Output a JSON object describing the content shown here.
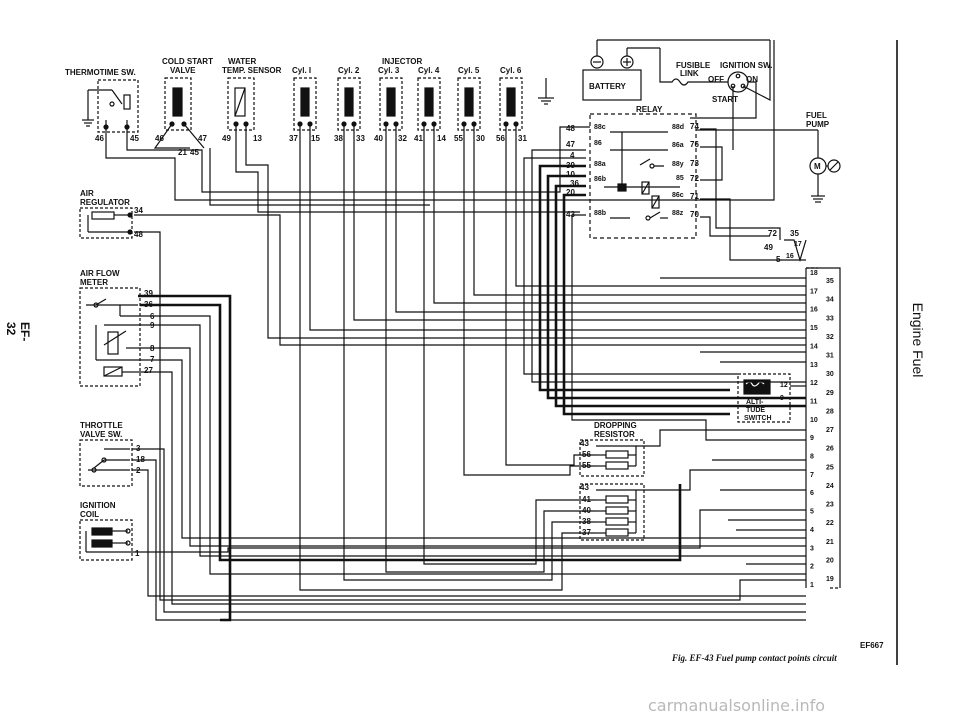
{
  "page": {
    "page_number": "EF-32",
    "side_tab": "Engine Fuel",
    "figure_code": "EF667",
    "figure_caption": "Fig. EF-43 Fuel pump contact points circuit",
    "watermark": "carmanualsonline.info"
  },
  "components": {
    "thermotime_sw": {
      "label": "THERMOTIME SW.",
      "pins": [
        "46",
        "45"
      ]
    },
    "cold_start_valve": {
      "label_line1": "COLD START",
      "label_line2": "VALVE",
      "pins": [
        "46",
        "47",
        "21",
        "45"
      ]
    },
    "water_temp_sensor": {
      "label_line1": "WATER",
      "label_line2": "TEMP. SENSOR",
      "pins": [
        "49",
        "13"
      ]
    },
    "injector_header": "INJECTOR",
    "injectors": [
      {
        "label": "Cyl. I",
        "pins": [
          "37",
          "15"
        ]
      },
      {
        "label": "Cyl. 2",
        "pins": [
          "38",
          "33"
        ]
      },
      {
        "label": "Cyl. 3",
        "pins": [
          "40",
          "32"
        ]
      },
      {
        "label": "Cyl. 4",
        "pins": [
          "41",
          "14"
        ]
      },
      {
        "label": "Cyl. 5",
        "pins": [
          "55",
          "30"
        ]
      },
      {
        "label": "Cyl. 6",
        "pins": [
          "56",
          "31"
        ]
      }
    ],
    "battery": {
      "label": "BATTERY"
    },
    "fusible_link": {
      "label_line1": "FUSIBLE",
      "label_line2": "LINK"
    },
    "ignition_sw": {
      "label": "IGNITION SW.",
      "off": "OFF",
      "on": "ON",
      "start": "START"
    },
    "relay": {
      "label": "RELAY",
      "left_terminals": [
        {
          "ext": "48",
          "int": "88c"
        },
        {
          "ext": "47",
          "int": "86"
        },
        {
          "ext": "4",
          "int": ""
        },
        {
          "ext": "39",
          "int": "88a"
        },
        {
          "ext": "10",
          "int": "86b"
        },
        {
          "ext": "36",
          "int": ""
        },
        {
          "ext": "20",
          "int": ""
        },
        {
          "ext": "43",
          "int": "88b"
        }
      ],
      "right_terminals": [
        {
          "int": "88d",
          "ext": "74"
        },
        {
          "int": "86a",
          "ext": "76"
        },
        {
          "int": "88y",
          "ext": "73"
        },
        {
          "int": "85",
          "ext": "72"
        },
        {
          "int": "86c",
          "ext": "71"
        },
        {
          "int": "88z",
          "ext": "70"
        }
      ]
    },
    "fuel_pump": {
      "label_line1": "FUEL",
      "label_line2": "PUMP",
      "symbol": "M"
    },
    "air_regulator": {
      "label_line1": "AIR",
      "label_line2": "REGULATOR",
      "pins": [
        "34",
        "48"
      ]
    },
    "air_flow_meter": {
      "label_line1": "AIR FLOW",
      "label_line2": "METER",
      "pins": [
        "39",
        "36",
        "6",
        "9",
        "8",
        "7",
        "27"
      ]
    },
    "throttle_valve_sw": {
      "label_line1": "THROTTLE",
      "label_line2": "VALVE SW.",
      "pins": [
        "3",
        "18",
        "2"
      ]
    },
    "ignition_coil": {
      "label_line1": "IGNITION",
      "label_line2": "COIL",
      "pins": [
        "1"
      ]
    },
    "dropping_resistor": {
      "label_line1": "DROPPING",
      "label_line2": "RESISTOR",
      "upper_pins": [
        "43",
        "56",
        "55"
      ],
      "lower_pins": [
        "43",
        "41",
        "40",
        "38",
        "37"
      ]
    },
    "altitude_switch": {
      "label_line1": "ALTI-",
      "label_line2": "TUDE",
      "label_line3": "SWITCH",
      "pins": [
        "12",
        "9"
      ]
    },
    "connector_top_pins": [
      "72",
      "35",
      "49",
      "17",
      "5",
      "16"
    ],
    "connector_left_pins": [
      "18",
      "17",
      "16",
      "15",
      "14",
      "13",
      "12",
      "11",
      "10",
      "9",
      "8",
      "7",
      "6",
      "5",
      "4",
      "3",
      "2",
      "1"
    ],
    "connector_right_pins": [
      "35",
      "34",
      "33",
      "32",
      "31",
      "30",
      "29",
      "28",
      "27",
      "26",
      "25",
      "24",
      "23",
      "22",
      "21",
      "20",
      "19"
    ]
  }
}
